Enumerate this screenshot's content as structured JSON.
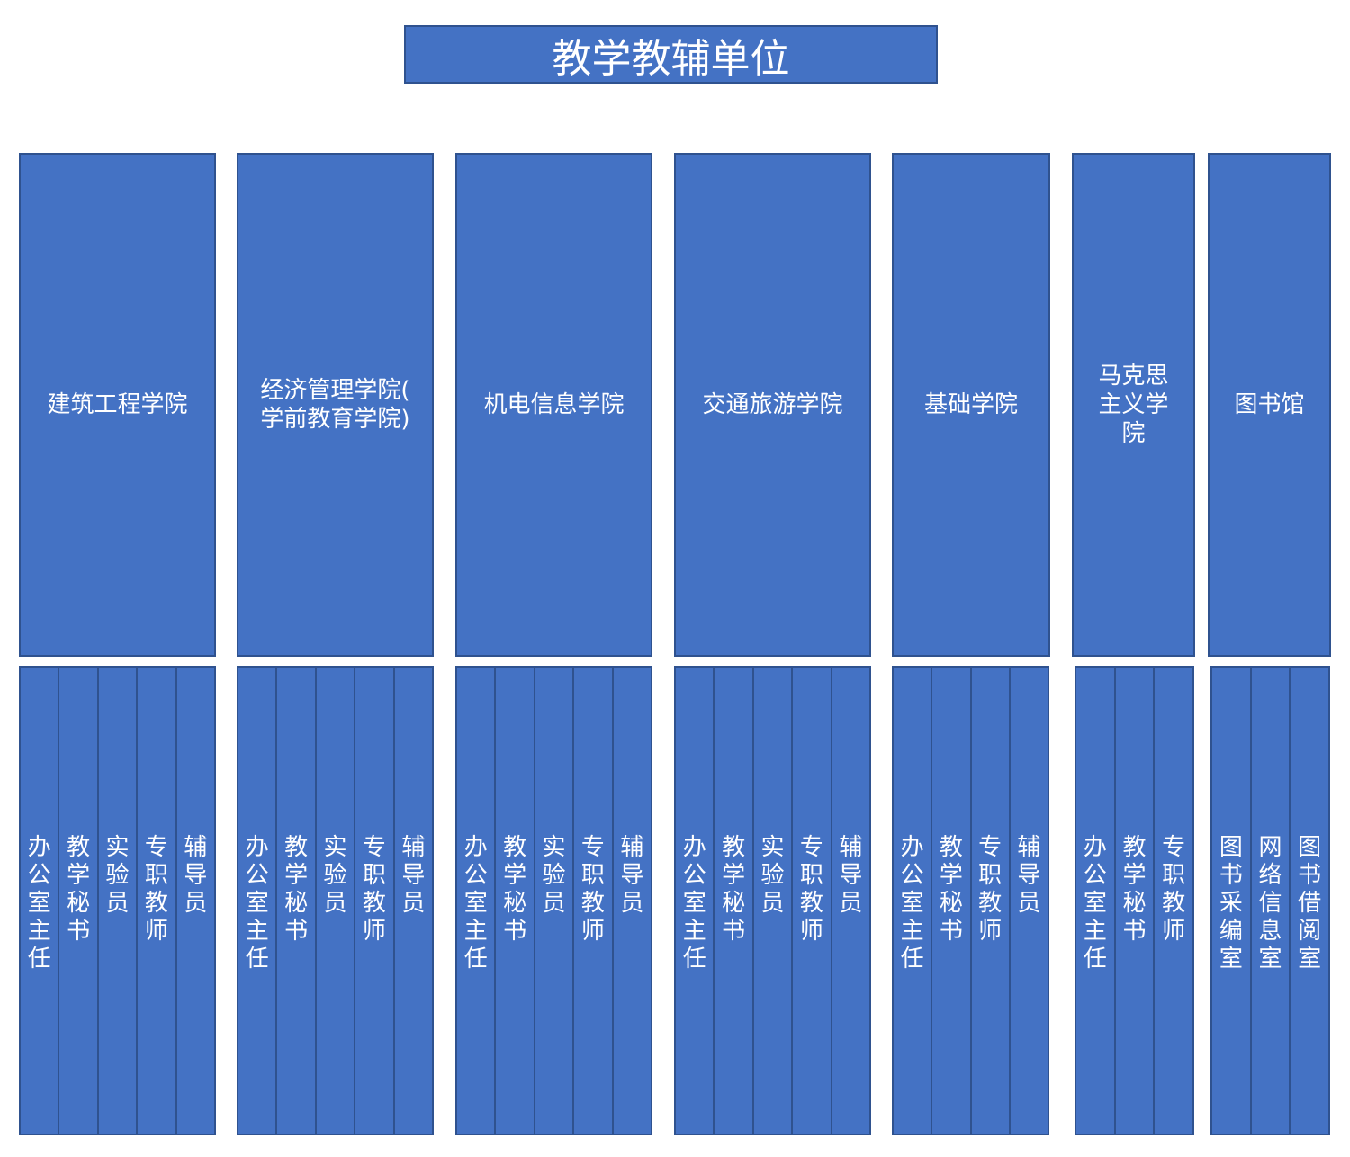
{
  "title": "教学教辅单位",
  "colors": {
    "fill": "#4472C4",
    "border": "#2F528F",
    "text": "#FFFFFF"
  },
  "departments": [
    {
      "name": "建筑工程学院",
      "roles": [
        "办\n公\n室\n主\n任",
        "教\n学\n秘\n书",
        "实\n验\n员",
        "专\n职\n教\n师",
        "辅\n导\n员"
      ]
    },
    {
      "name": "经济管理学院(\n学前教育学院)",
      "roles": [
        "办\n公\n室\n主\n任",
        "教\n学\n秘\n书",
        "实\n验\n员",
        "专\n职\n教\n师",
        "辅\n导\n员"
      ]
    },
    {
      "name": "机电信息学院",
      "roles": [
        "办\n公\n室\n主\n任",
        "教\n学\n秘\n书",
        "实\n验\n员",
        "专\n职\n教\n师",
        "辅\n导\n员"
      ]
    },
    {
      "name": "交通旅游学院",
      "roles": [
        "办\n公\n室\n主\n任",
        "教\n学\n秘\n书",
        "实\n验\n员",
        "专\n职\n教\n师",
        "辅\n导\n员"
      ]
    },
    {
      "name": "基础学院",
      "roles": [
        "办\n公\n室\n主\n任",
        "教\n学\n秘\n书",
        "专\n职\n教\n师",
        "辅\n导\n员"
      ]
    },
    {
      "name": "马克思\n主义学\n院",
      "roles": [
        "办\n公\n室\n主\n任",
        "教\n学\n秘\n书",
        "专\n职\n教\n师"
      ]
    },
    {
      "name": "图书馆",
      "roles": [
        "图\n书\n采\n编\n室",
        "网\n络\n信\n息\n室",
        "图\n书\n借\n阅\n室"
      ]
    }
  ]
}
